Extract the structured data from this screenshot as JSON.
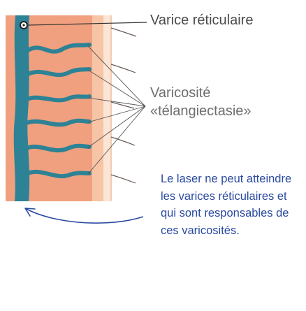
{
  "labels": {
    "reticular_vein": "Varice réticulaire",
    "telangiectasia_line1": "Varicosité",
    "telangiectasia_line2": "«télangiectasie»",
    "note_lines": [
      "Le laser ne peut atteindre",
      "les varices réticulaires  et",
      "qui sont responsables de",
      "ces varicosités."
    ]
  },
  "colors": {
    "tissue": "#f0a07e",
    "skin_layer": "#f7c4a6",
    "epidermis": "#fbe5d4",
    "vein": "#2e8295",
    "leader_lines": "#555555",
    "note_text": "#2a4aa0",
    "arrow": "#2a4aa0"
  }
}
